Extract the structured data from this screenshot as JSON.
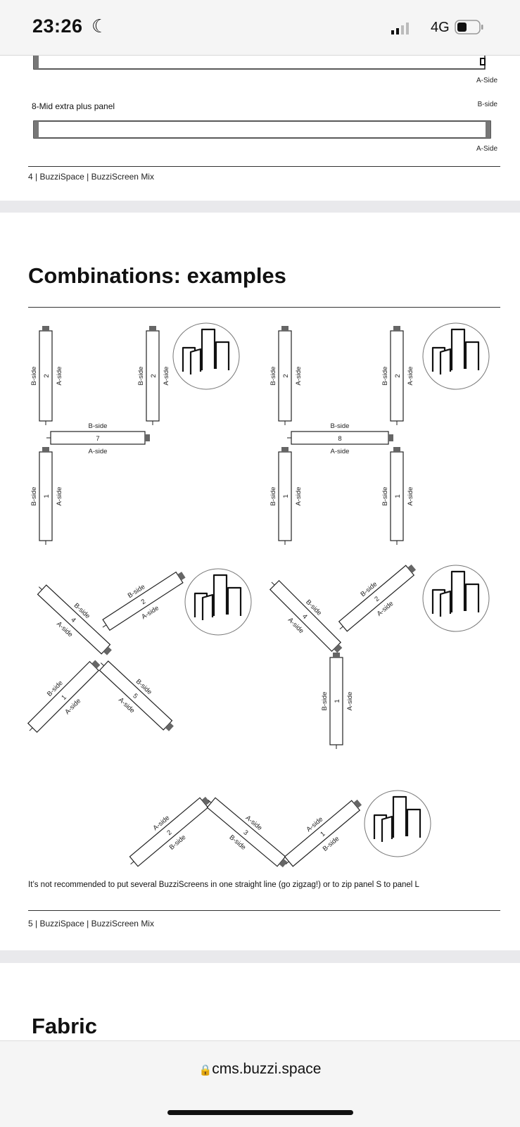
{
  "status": {
    "time": "23:26",
    "network": "4G",
    "battery_fraction": 0.4
  },
  "page4": {
    "panel_a_side_label": "A-Side",
    "panel_title": "8-Mid extra plus panel",
    "b_side_label": "B-side",
    "a_side_label": "A-Side",
    "footer": "4  | BuzziSpace | BuzziScreen Mix"
  },
  "page5": {
    "title": "Combinations: examples",
    "diagrams": [
      {
        "panels": [
          {
            "num": "2",
            "above": "B-side",
            "below": "A-side"
          },
          {
            "num": "2",
            "above": "B-side",
            "below": "A-side"
          },
          {
            "num": "7",
            "above": "B-side",
            "below": "A-side"
          },
          {
            "num": "1",
            "above": "B-side",
            "below": "A-side"
          }
        ]
      },
      {
        "panels": [
          {
            "num": "2",
            "above": "B-side",
            "below": "A-side"
          },
          {
            "num": "2",
            "above": "B-side",
            "below": "A-side"
          },
          {
            "num": "8",
            "above": "B-side",
            "below": "A-side"
          },
          {
            "num": "1",
            "above": "B-side",
            "below": "A-side"
          },
          {
            "num": "1",
            "above": "B-side",
            "below": "A-side"
          }
        ]
      },
      {
        "panels": [
          {
            "num": "4",
            "above": "B-side",
            "below": "A-side"
          },
          {
            "num": "2",
            "above": "B-side",
            "below": "A-side"
          },
          {
            "num": "1",
            "above": "B-side",
            "below": "A-side"
          },
          {
            "num": "5",
            "above": "B-side",
            "below": "A-side"
          }
        ]
      },
      {
        "panels": [
          {
            "num": "4",
            "above": "B-side",
            "below": "A-side"
          },
          {
            "num": "2",
            "above": "B-side",
            "below": "A-side"
          },
          {
            "num": "1",
            "above": "B-side",
            "below": "A-side"
          }
        ]
      },
      {
        "panels": [
          {
            "num": "2",
            "above": "A-side",
            "below": "B-side"
          },
          {
            "num": "3",
            "above": "A-side",
            "below": "B-side"
          },
          {
            "num": "1",
            "above": "A-side",
            "below": "B-side"
          }
        ]
      }
    ],
    "caption": "It’s not recommended to put several BuzziScreens in one straight line (go zigzag!) or to zip panel S to panel L",
    "footer": "5  | BuzziSpace | BuzziScreen Mix"
  },
  "page6": {
    "title": "Fabric"
  },
  "browser": {
    "url": "cms.buzzi.space"
  }
}
